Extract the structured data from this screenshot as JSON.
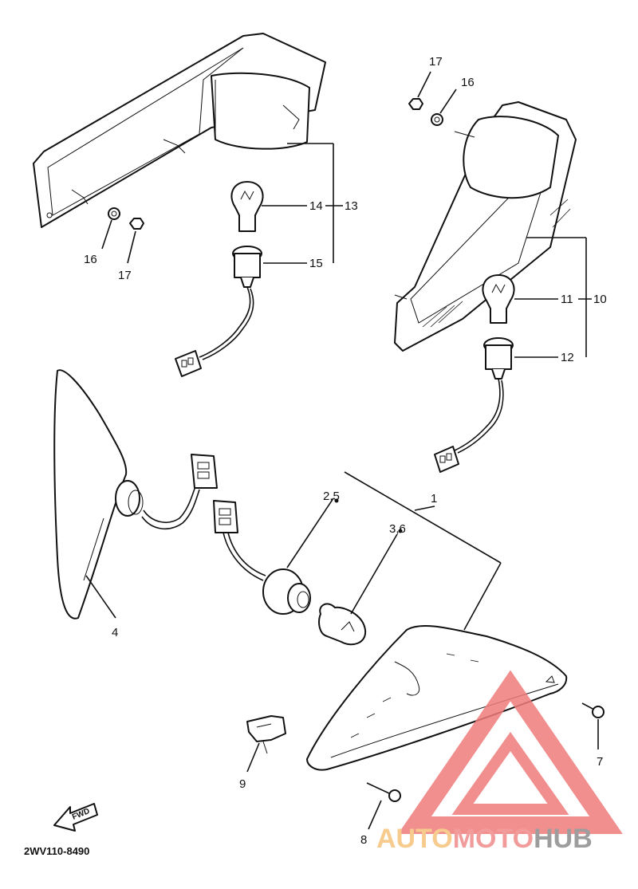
{
  "part_labels": {
    "l1": "1",
    "l25": "2,5",
    "l36": "3,6",
    "l4": "4",
    "l7": "7",
    "l8": "8",
    "l9": "9",
    "l10": "10",
    "l11": "11",
    "l12": "12",
    "l13": "13",
    "l14": "14",
    "l15": "15",
    "l16a": "16",
    "l17a": "17",
    "l16b": "16",
    "l17b": "17"
  },
  "diagram_code": "2WV110-8490",
  "fwd_arrow_label": "FWD",
  "watermark": {
    "part1": "AUTO",
    "part2": "MOTO",
    "part3": "HUB",
    "color_auto": "#f5c27a",
    "color_moto": "#f08a8a",
    "color_hub": "#8c8c8c",
    "logo_color": "#ef7b7b"
  }
}
